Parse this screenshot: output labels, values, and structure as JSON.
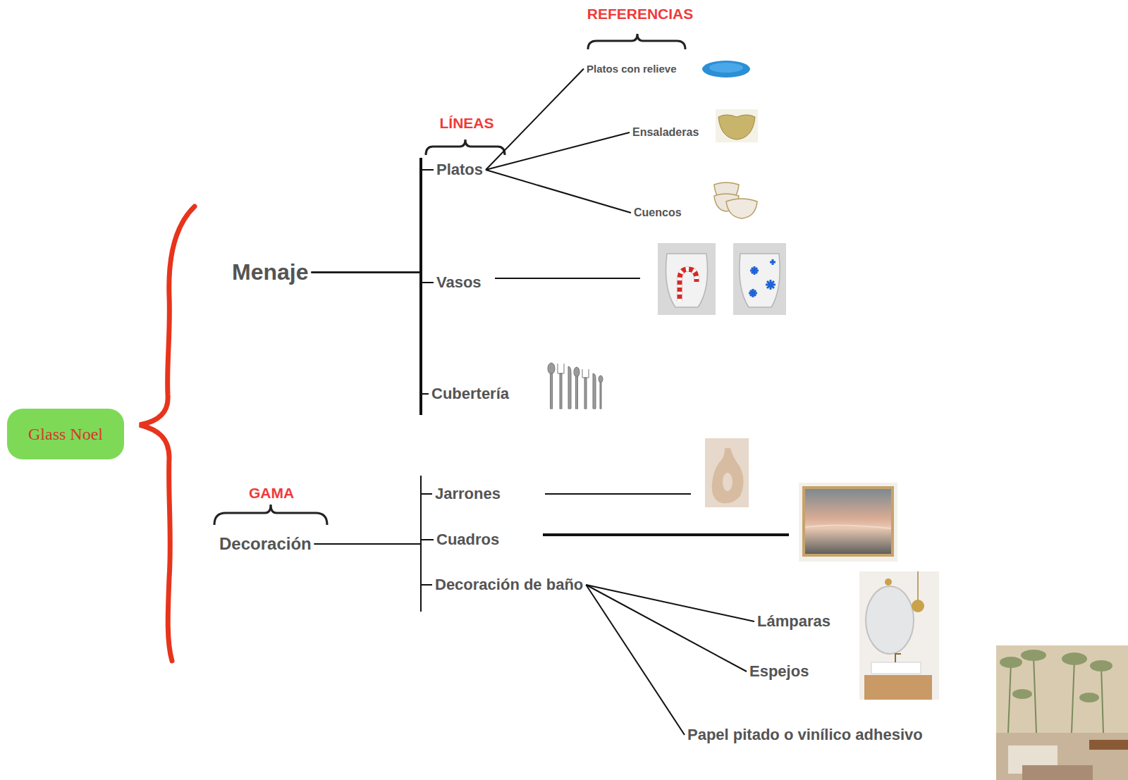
{
  "diagram": {
    "nodes": [
      {
        "text": [
          "Glass Noel"
        ]
      },
      {
        "text": [
          "Menaje"
        ]
      },
      {
        "text": [
          "Decoración"
        ]
      },
      {
        "text": [
          "Platos"
        ]
      },
      {
        "text": [
          "Vasos"
        ]
      },
      {
        "text": [
          "Cubertería"
        ]
      },
      {
        "text": [
          "Platos con relieve"
        ]
      },
      {
        "text": [
          "Ensaladeras"
        ]
      },
      {
        "text": [
          "Cuencos"
        ]
      },
      {
        "text": [
          "Jarrones"
        ]
      },
      {
        "text": [
          "Cuadros"
        ]
      },
      {
        "text": [
          "Decoración de baño"
        ]
      },
      {
        "text": [
          "Lámparas"
        ]
      },
      {
        "text": [
          "Espejos"
        ]
      },
      {
        "text": [
          "Papel pitado o vinílico adhesivo"
        ]
      }
    ],
    "edges": [
      {
        "from": 1,
        "to": 3,
        "arrow": "none"
      },
      {
        "from": 1,
        "to": 4,
        "arrow": "none"
      },
      {
        "from": 1,
        "to": 5,
        "arrow": "none"
      },
      {
        "from": 3,
        "to": 6,
        "arrow": "none"
      },
      {
        "from": 3,
        "to": 7,
        "arrow": "none"
      },
      {
        "from": 3,
        "to": 8,
        "arrow": "none"
      },
      {
        "from": 2,
        "to": 9,
        "arrow": "none"
      },
      {
        "from": 2,
        "to": 10,
        "arrow": "none"
      },
      {
        "from": 2,
        "to": 11,
        "arrow": "none"
      },
      {
        "from": 11,
        "to": 12,
        "arrow": "none"
      },
      {
        "from": 11,
        "to": 13,
        "arrow": "none"
      },
      {
        "from": 11,
        "to": 14,
        "arrow": "none"
      }
    ],
    "labels": [
      "REFERENCIAS",
      "LÍNEAS",
      "GAMA"
    ]
  }
}
